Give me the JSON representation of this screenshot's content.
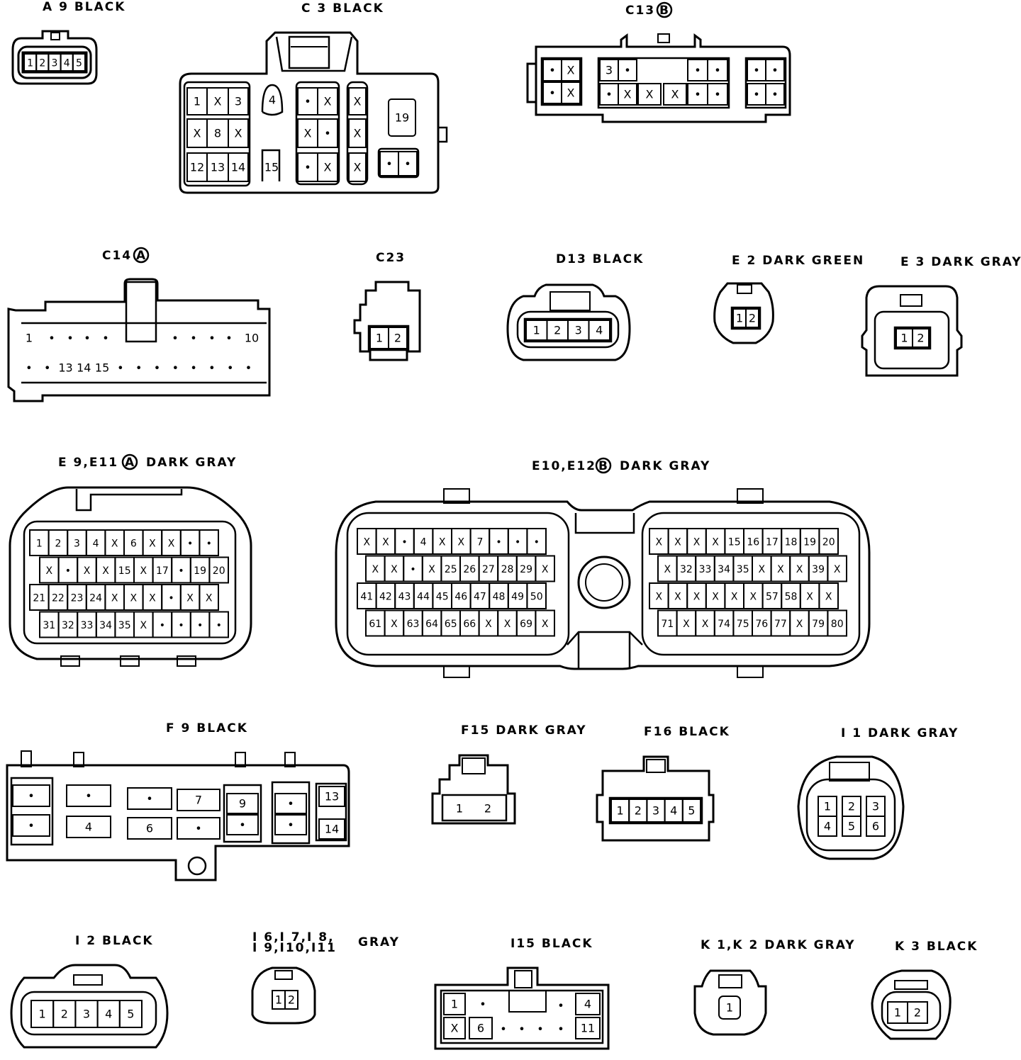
{
  "connectors": {
    "a9": {
      "title": "A 9 BLACK",
      "pins": [
        "1",
        "2",
        "3",
        "4",
        "5"
      ]
    },
    "c3": {
      "title": "C 3 BLACK",
      "pins": [
        "1",
        "X",
        "3",
        "4",
        "•",
        "X",
        "X",
        "19",
        "X",
        "8",
        "X",
        "X",
        "•",
        "X",
        "12",
        "13",
        "14",
        "15",
        "•",
        "X",
        "X",
        "•",
        "•"
      ]
    },
    "c13": {
      "title": "C13",
      "mark": "B",
      "pins": [
        "•",
        "X",
        "3",
        "•",
        "•",
        "•",
        "•",
        "•",
        "•",
        "X",
        "•",
        "X",
        "X",
        "X",
        "•",
        "•",
        "•",
        "•"
      ]
    },
    "c14": {
      "title": "C14",
      "mark": "A",
      "row1": [
        "1",
        "•",
        "•",
        "•",
        "•",
        "•",
        "•",
        "•",
        "•",
        "10"
      ],
      "row2": [
        "•",
        "•",
        "13",
        "14",
        "15",
        "•",
        "•",
        "•",
        "•",
        "•",
        "•",
        "•",
        "•"
      ]
    },
    "c23": {
      "title": "C23",
      "pins": [
        "1",
        "2"
      ]
    },
    "d13": {
      "title": "D13 BLACK",
      "pins": [
        "1",
        "2",
        "3",
        "4"
      ]
    },
    "e2": {
      "title": "E 2 DARK GREEN",
      "pins": [
        "1",
        "2"
      ]
    },
    "e3": {
      "title": "E 3 DARK GRAY",
      "pins": [
        "1",
        "2"
      ]
    },
    "e9": {
      "title_pre": "E 9,E11",
      "mark": "A",
      "title_post": "DARK GRAY",
      "rows": [
        [
          "1",
          "2",
          "3",
          "4",
          "X",
          "6",
          "X",
          "X",
          "•",
          "•"
        ],
        [
          "X",
          "•",
          "X",
          "X",
          "15",
          "X",
          "17",
          "•",
          "19",
          "20"
        ],
        [
          "21",
          "22",
          "23",
          "24",
          "X",
          "X",
          "X",
          "•",
          "X",
          "X"
        ],
        [
          "31",
          "32",
          "33",
          "34",
          "35",
          "X",
          "•",
          "•",
          "•",
          "•"
        ]
      ]
    },
    "e10": {
      "title_pre": "E10,E12",
      "mark": "B",
      "title_post": "DARK GRAY",
      "left_rows": [
        [
          "X",
          "X",
          "•",
          "4",
          "X",
          "X",
          "7",
          "•",
          "•",
          "•"
        ],
        [
          "X",
          "X",
          "•",
          "X",
          "25",
          "26",
          "27",
          "28",
          "29",
          "X"
        ],
        [
          "41",
          "42",
          "43",
          "44",
          "45",
          "46",
          "47",
          "48",
          "49",
          "50"
        ],
        [
          "61",
          "X",
          "63",
          "64",
          "65",
          "66",
          "X",
          "X",
          "69",
          "X"
        ]
      ],
      "right_rows": [
        [
          "X",
          "X",
          "X",
          "X",
          "15",
          "16",
          "17",
          "18",
          "19",
          "20"
        ],
        [
          "X",
          "32",
          "33",
          "34",
          "35",
          "X",
          "X",
          "X",
          "39",
          "X"
        ],
        [
          "X",
          "X",
          "X",
          "X",
          "X",
          "X",
          "57",
          "58",
          "X",
          "X"
        ],
        [
          "71",
          "X",
          "X",
          "74",
          "75",
          "76",
          "77",
          "X",
          "79",
          "80"
        ]
      ]
    },
    "f9": {
      "title": "F 9 BLACK",
      "pins": [
        "•",
        "•",
        "•",
        "4",
        "•",
        "6",
        "7",
        "•",
        "9",
        "•",
        "•",
        "•",
        "13",
        "14"
      ]
    },
    "f15": {
      "title": "F15 DARK GRAY",
      "pins": [
        "1",
        "2"
      ]
    },
    "f16": {
      "title": "F16 BLACK",
      "pins": [
        "1",
        "2",
        "3",
        "4",
        "5"
      ]
    },
    "i1": {
      "title": "I 1 DARK GRAY",
      "pins": [
        "1",
        "2",
        "3",
        "4",
        "5",
        "6"
      ]
    },
    "i2": {
      "title": "I 2 BLACK",
      "pins": [
        "1",
        "2",
        "3",
        "4",
        "5"
      ]
    },
    "i6": {
      "title_line1": "I 6,I 7,I 8,",
      "title_line2": "I 9,I10,I11",
      "title_color": "GRAY",
      "pins": [
        "1",
        "2"
      ]
    },
    "i15": {
      "title": "I15 BLACK",
      "pins": [
        "1",
        "•",
        "•",
        "4",
        "X",
        "6",
        "•",
        "•",
        "•",
        "•",
        "11"
      ]
    },
    "k1": {
      "title": "K 1,K 2 DARK GRAY",
      "pins": [
        "1"
      ]
    },
    "k3": {
      "title": "K 3 BLACK",
      "pins": [
        "1",
        "2"
      ]
    }
  }
}
